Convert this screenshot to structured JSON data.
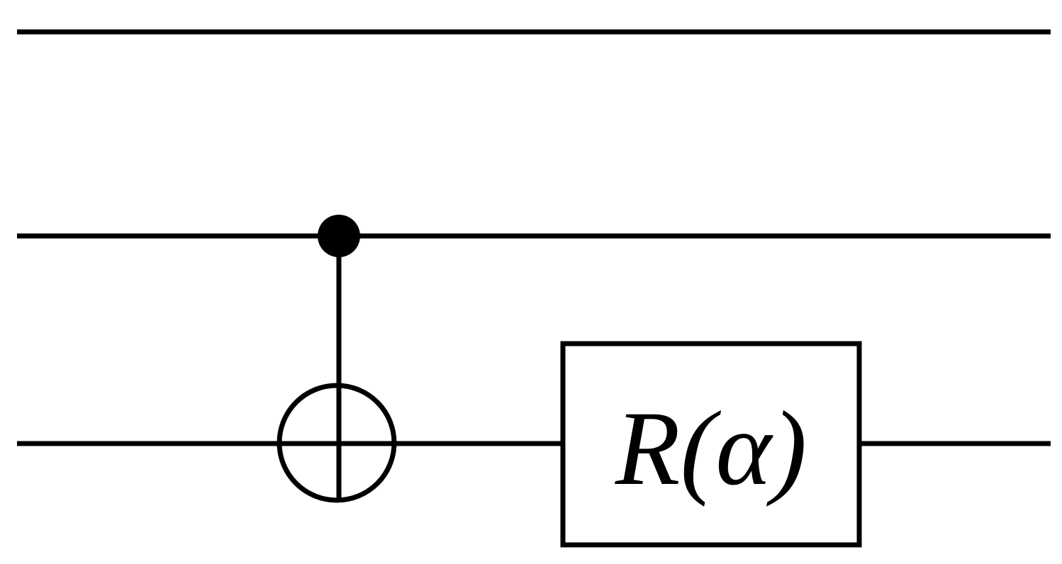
{
  "diagram": {
    "type": "quantum-circuit",
    "wires": [
      {
        "id": "qubit-1"
      },
      {
        "id": "qubit-2"
      },
      {
        "id": "qubit-3"
      }
    ],
    "gates": [
      {
        "kind": "cnot",
        "control_wire": 2,
        "target_wire": 3
      },
      {
        "kind": "rotation",
        "wire": 3,
        "label": "R(α)"
      }
    ],
    "colors": {
      "stroke": "#000000",
      "background": "#ffffff"
    }
  }
}
